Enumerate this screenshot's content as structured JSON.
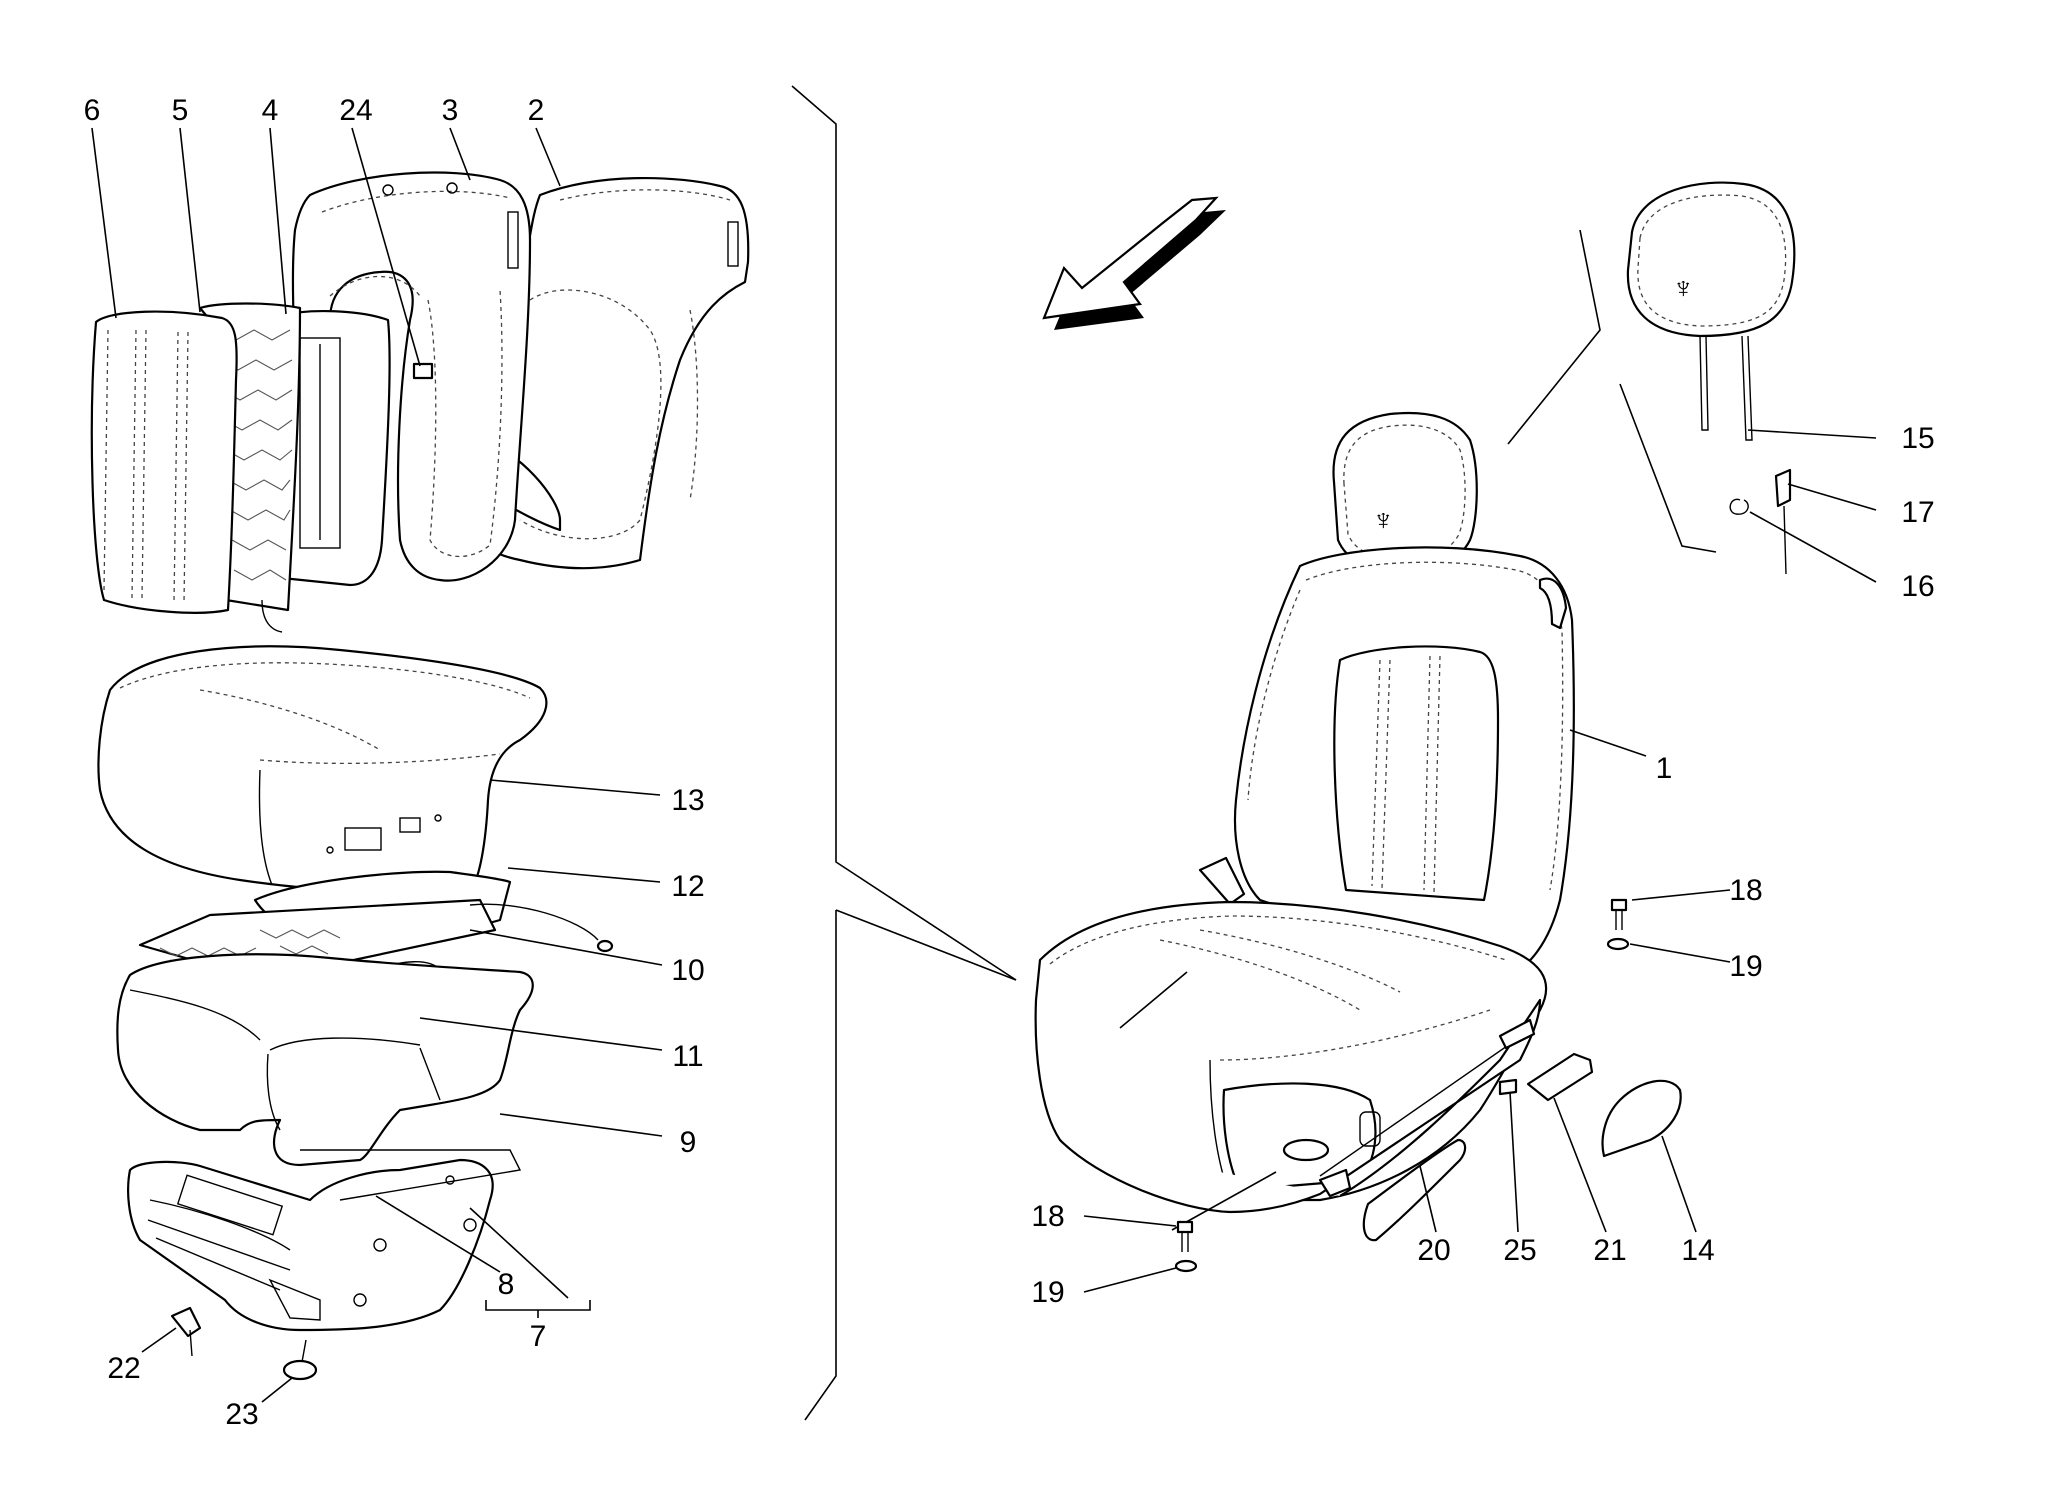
{
  "callouts": [
    {
      "id": "6",
      "label": "6"
    },
    {
      "id": "5",
      "label": "5"
    },
    {
      "id": "4",
      "label": "4"
    },
    {
      "id": "24",
      "label": "24"
    },
    {
      "id": "3",
      "label": "3"
    },
    {
      "id": "2",
      "label": "2"
    },
    {
      "id": "13",
      "label": "13"
    },
    {
      "id": "12",
      "label": "12"
    },
    {
      "id": "10",
      "label": "10"
    },
    {
      "id": "11",
      "label": "11"
    },
    {
      "id": "9",
      "label": "9"
    },
    {
      "id": "8",
      "label": "8"
    },
    {
      "id": "7",
      "label": "7"
    },
    {
      "id": "22",
      "label": "22"
    },
    {
      "id": "23",
      "label": "23"
    },
    {
      "id": "15",
      "label": "15"
    },
    {
      "id": "17",
      "label": "17"
    },
    {
      "id": "16",
      "label": "16"
    },
    {
      "id": "1",
      "label": "1"
    },
    {
      "id": "18a",
      "label": "18"
    },
    {
      "id": "19a",
      "label": "19"
    },
    {
      "id": "18b",
      "label": "18"
    },
    {
      "id": "19b",
      "label": "19"
    },
    {
      "id": "20",
      "label": "20"
    },
    {
      "id": "25",
      "label": "25"
    },
    {
      "id": "21",
      "label": "21"
    },
    {
      "id": "14",
      "label": "14"
    }
  ]
}
